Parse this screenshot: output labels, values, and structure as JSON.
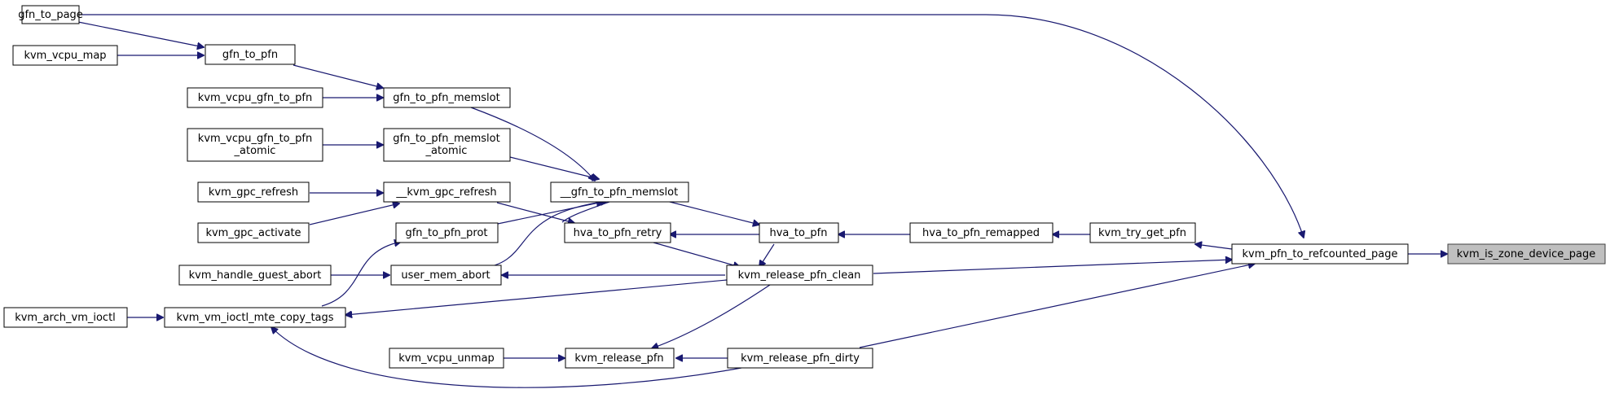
{
  "graph": {
    "colors": {
      "edge": "#191970",
      "node_border": "#000000",
      "highlight_fill": "#bfbfbf"
    },
    "nodes": {
      "gfn_to_page": "gfn_to_page",
      "kvm_vcpu_map": "kvm_vcpu_map",
      "gfn_to_pfn": "gfn_to_pfn",
      "kvm_vcpu_gfn_to_pfn": "kvm_vcpu_gfn_to_pfn",
      "gfn_to_pfn_memslot": "gfn_to_pfn_memslot",
      "kvm_vcpu_gfn_to_pfn_atomic_1": "kvm_vcpu_gfn_to_pfn",
      "kvm_vcpu_gfn_to_pfn_atomic_2": "_atomic",
      "gfn_to_pfn_memslot_atomic_1": "gfn_to_pfn_memslot",
      "gfn_to_pfn_memslot_atomic_2": "_atomic",
      "kvm_gpc_refresh": "kvm_gpc_refresh",
      "__kvm_gpc_refresh": "__kvm_gpc_refresh",
      "__gfn_to_pfn_memslot": "__gfn_to_pfn_memslot",
      "kvm_gpc_activate": "kvm_gpc_activate",
      "gfn_to_pfn_prot": "gfn_to_pfn_prot",
      "hva_to_pfn_retry": "hva_to_pfn_retry",
      "hva_to_pfn": "hva_to_pfn",
      "hva_to_pfn_remapped": "hva_to_pfn_remapped",
      "kvm_try_get_pfn": "kvm_try_get_pfn",
      "kvm_pfn_to_refcounted_page": "kvm_pfn_to_refcounted_page",
      "kvm_is_zone_device_page": "kvm_is_zone_device_page",
      "kvm_handle_guest_abort": "kvm_handle_guest_abort",
      "user_mem_abort": "user_mem_abort",
      "kvm_release_pfn_clean": "kvm_release_pfn_clean",
      "kvm_arch_vm_ioctl": "kvm_arch_vm_ioctl",
      "kvm_vm_ioctl_mte_copy_tags": "kvm_vm_ioctl_mte_copy_tags",
      "kvm_vcpu_unmap": "kvm_vcpu_unmap",
      "kvm_release_pfn": "kvm_release_pfn",
      "kvm_release_pfn_dirty": "kvm_release_pfn_dirty"
    }
  }
}
